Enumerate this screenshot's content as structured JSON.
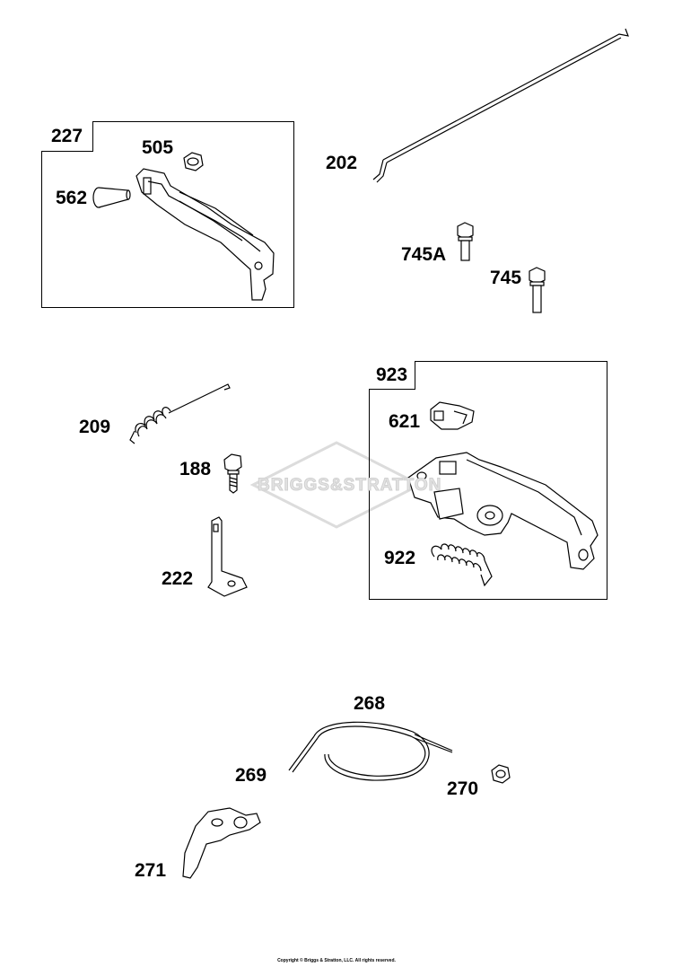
{
  "watermark": "BRIGGS&STRATTON",
  "copyright": "Copyright © Briggs & Stratton, LLC. All rights reserved.",
  "kits": [
    {
      "id": "kit-227",
      "number": "227"
    },
    {
      "id": "kit-923",
      "number": "923"
    }
  ],
  "parts": {
    "p227": "227",
    "p505": "505",
    "p562": "562",
    "p202": "202",
    "p745a": "745A",
    "p745": "745",
    "p923": "923",
    "p621": "621",
    "p209": "209",
    "p188": "188",
    "p222": "222",
    "p922": "922",
    "p268": "268",
    "p269": "269",
    "p270": "270",
    "p271": "271"
  }
}
